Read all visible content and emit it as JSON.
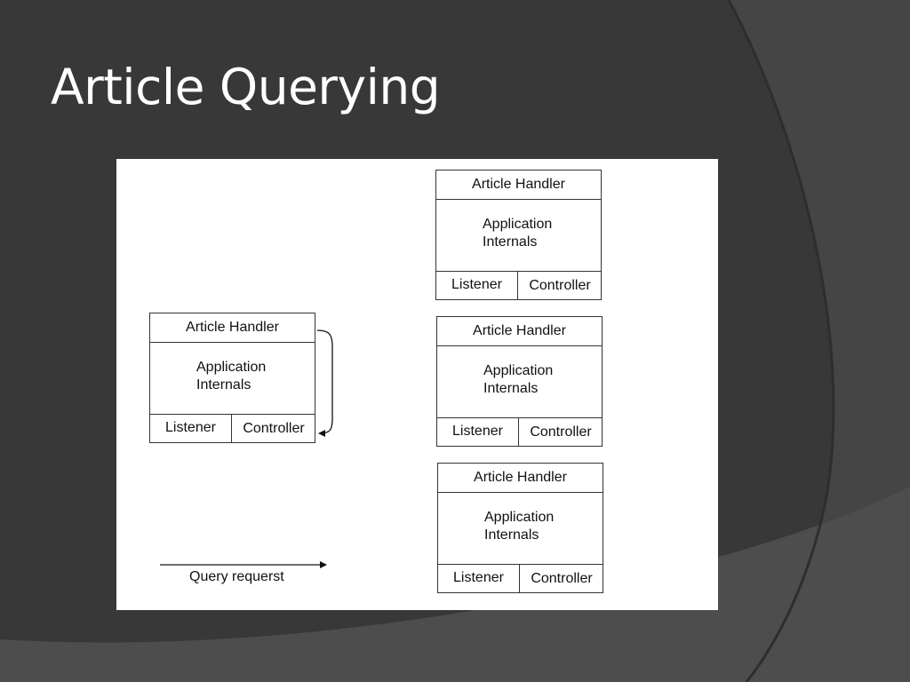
{
  "slide": {
    "title": "Article Querying"
  },
  "diagram": {
    "components": [
      {
        "handler": "Article Handler",
        "internals_line1": "Application",
        "internals_line2": "Internals",
        "listener": "Listener",
        "controller": "Controller"
      },
      {
        "handler": "Article Handler",
        "internals_line1": "Application",
        "internals_line2": "Internals",
        "listener": "Listener",
        "controller": "Controller"
      },
      {
        "handler": "Article Handler",
        "internals_line1": "Application",
        "internals_line2": "Internals",
        "listener": "Listener",
        "controller": "Controller"
      },
      {
        "handler": "Article Handler",
        "internals_line1": "Application",
        "internals_line2": "Internals",
        "listener": "Listener",
        "controller": "Controller"
      }
    ],
    "legend": {
      "label": "Query requerst"
    }
  },
  "colors": {
    "background": "#383838",
    "background_curve": "#4a4a4a",
    "panel": "#ffffff",
    "title": "#ffffff",
    "line": "#333333"
  }
}
